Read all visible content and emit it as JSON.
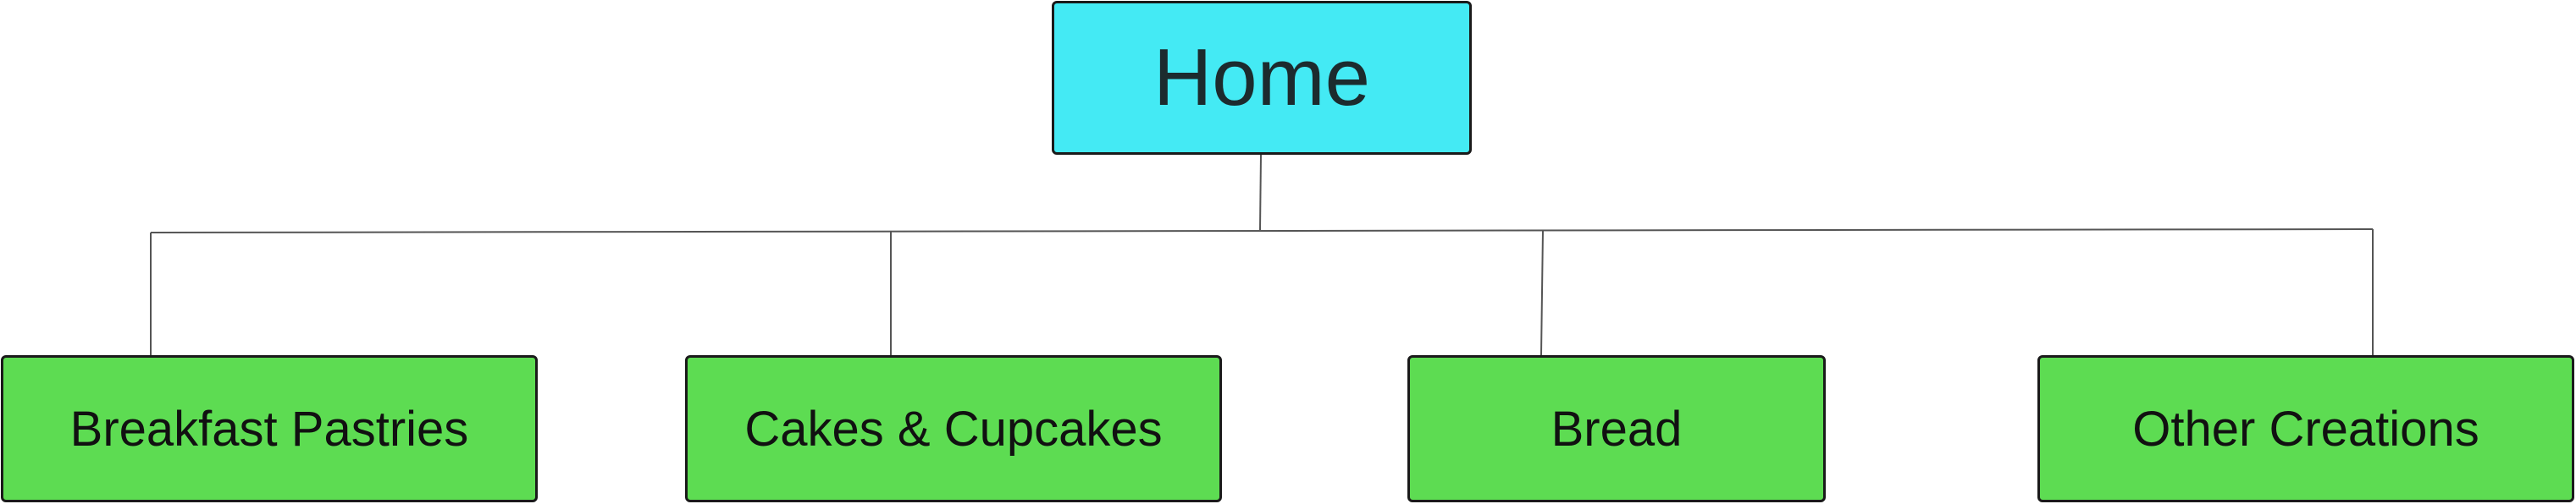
{
  "diagram": {
    "type": "tree",
    "root": {
      "label": "Home",
      "color": "#44eaf4"
    },
    "children": [
      {
        "label": "Breakfast Pastries",
        "color": "#5ddc52"
      },
      {
        "label": "Cakes & Cupcakes",
        "color": "#5ddc52"
      },
      {
        "label": "Bread",
        "color": "#5ddc52"
      },
      {
        "label": "Other Creations",
        "color": "#5ddc52"
      }
    ],
    "connector_color": "#555555"
  }
}
